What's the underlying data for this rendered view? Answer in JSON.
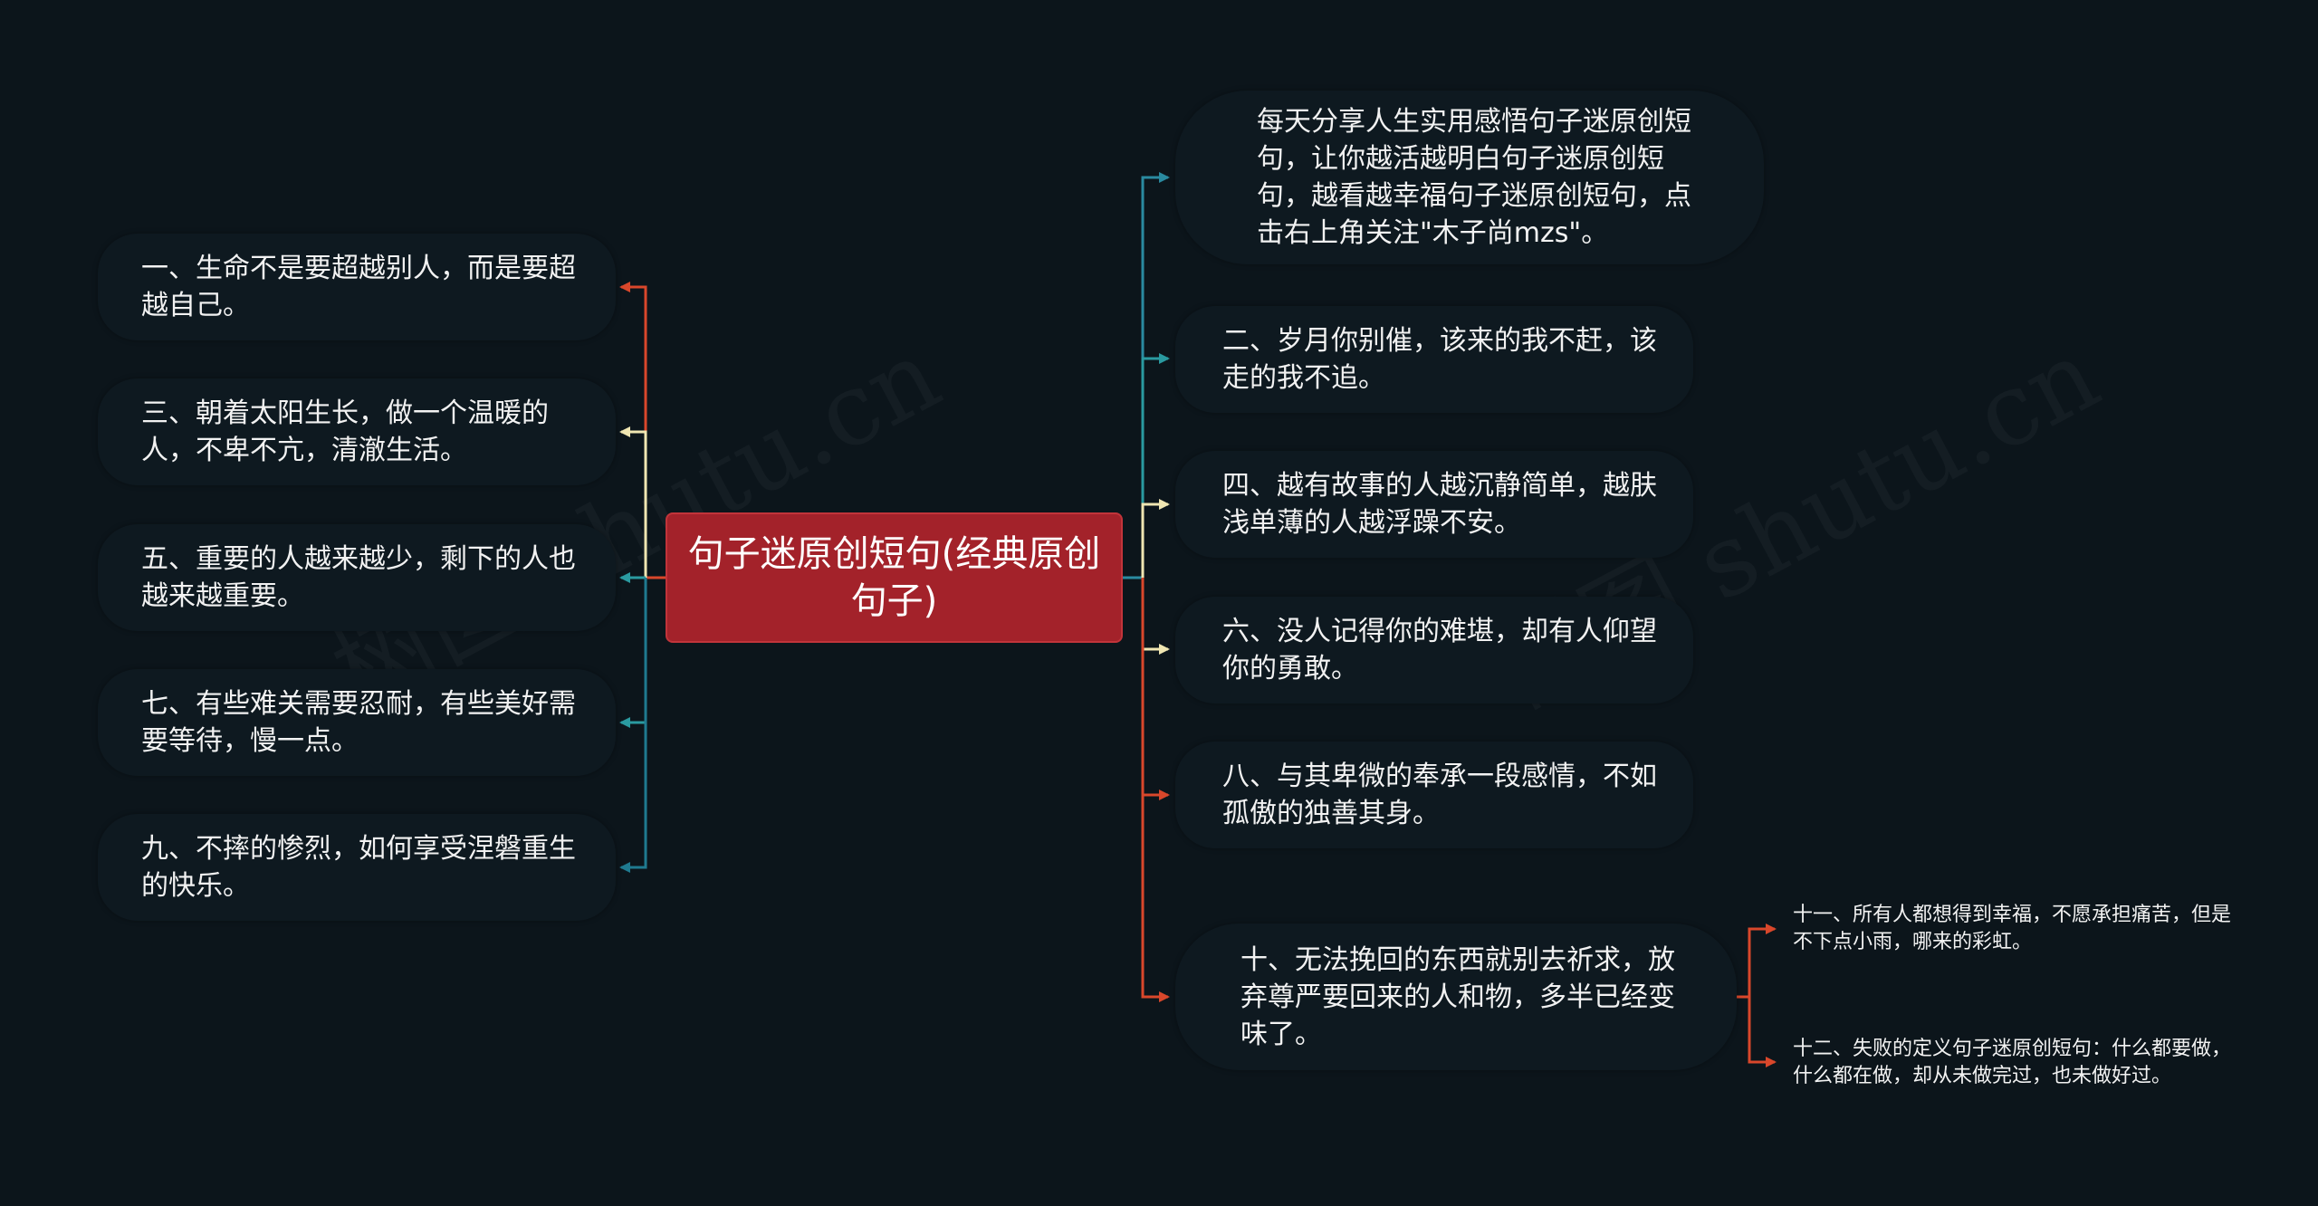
{
  "center": {
    "label": "句子迷原创短句(经典原创句子)"
  },
  "left_nodes": [
    {
      "text": "一、生命不是要超越别人，而是要超越自己。",
      "color": "#d9472b"
    },
    {
      "text": "三、朝着太阳生长，做一个温暖的人，不卑不亢，清澈生活。",
      "color": "#f0e6b2"
    },
    {
      "text": "五、重要的人越来越少，剩下的人也越来越重要。",
      "color": "#2a9aa0"
    },
    {
      "text": "七、有些难关需要忍耐，有些美好需要等待，慢一点。",
      "color": "#2a9aa0"
    },
    {
      "text": "九、不摔的惨烈，如何享受涅磐重生的快乐。",
      "color": "#1f7a90"
    }
  ],
  "right_nodes": [
    {
      "text": "每天分享人生实用感悟句子迷原创短句，让你越活越明白句子迷原创短句，越看越幸福句子迷原创短句，点击右上角关注\"木子尚mzs\"。",
      "color": "#2a8aa0"
    },
    {
      "text": "二、岁月你别催，该来的我不赶，该走的我不追。",
      "color": "#2a9aa0"
    },
    {
      "text": "四、越有故事的人越沉静简单，越肤浅单薄的人越浮躁不安。",
      "color": "#f0e6b2"
    },
    {
      "text": "六、没人记得你的难堪，却有人仰望你的勇敢。",
      "color": "#f0e6b2"
    },
    {
      "text": "八、与其卑微的奉承一段感情，不如孤傲的独善其身。",
      "color": "#d9472b"
    },
    {
      "text": "十、无法挽回的东西就别去祈求，放弃尊严要回来的人和物，多半已经变味了。",
      "color": "#d9472b"
    }
  ],
  "sub_nodes": [
    {
      "text": "十一、所有人都想得到幸福，不愿承担痛苦，但是不下点小雨，哪来的彩虹。",
      "color": "#d9472b"
    },
    {
      "text": "十二、失败的定义句子迷原创短句：什么都要做，什么都在做，却从未做完过，也未做好过。",
      "color": "#d9472b"
    }
  ],
  "watermarks": [
    "树图 shutu.cn",
    "树图 shutu.cn"
  ],
  "colors": {
    "background": "#0c151b",
    "center_fill": "#a3222a",
    "node_fill": "#0e1920",
    "text": "#f2f2f2"
  }
}
